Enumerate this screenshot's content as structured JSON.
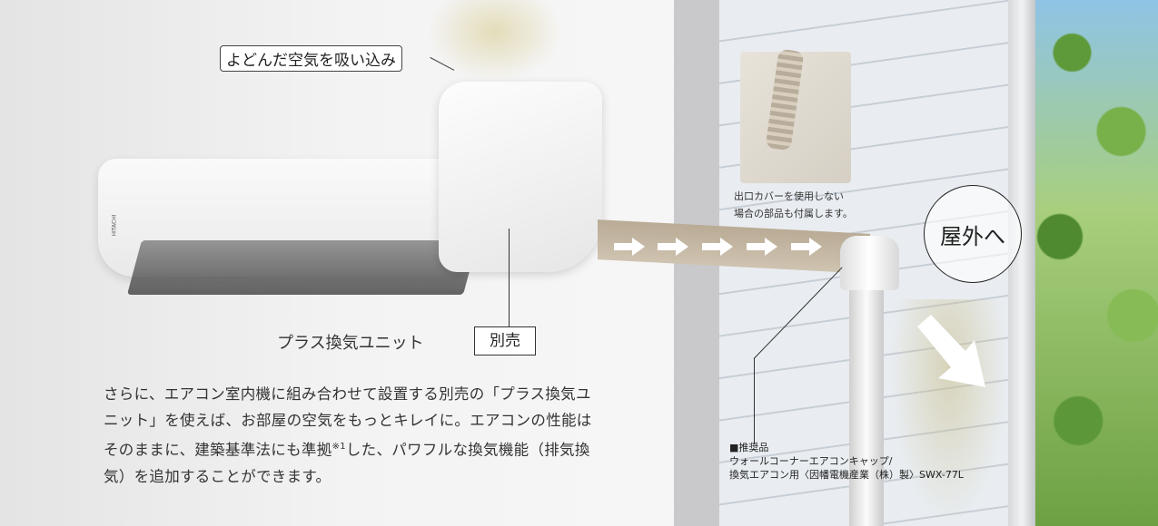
{
  "callout": {
    "intake": "よどんだ空気を吸い込み"
  },
  "unit": {
    "name": "プラス換気ユニット",
    "badge": "別売"
  },
  "brand": "HITACHI",
  "description": {
    "part1": "さらに、エアコン室内機に組み合わせて設置する別売の「プラス換気ユニット」を使えば、お部屋の空気をもっとキレイに。エアコンの性能はそのままに、建築基準法にも準拠",
    "footnote": "※1",
    "part2": "した、パワフルな換気機能（排気換気）を追加することができます。"
  },
  "inset_note": {
    "line1": "出口カバーを使用しない",
    "line2": "場合の部品も付属します。"
  },
  "outdoor_label": "屋外へ",
  "recommended": {
    "heading": "■推奨品",
    "line1": "ウォールコーナーエアコンキャップ/",
    "line2": "換気エアコン用〈因幡電機産業（株）製〉SWX-77L"
  }
}
